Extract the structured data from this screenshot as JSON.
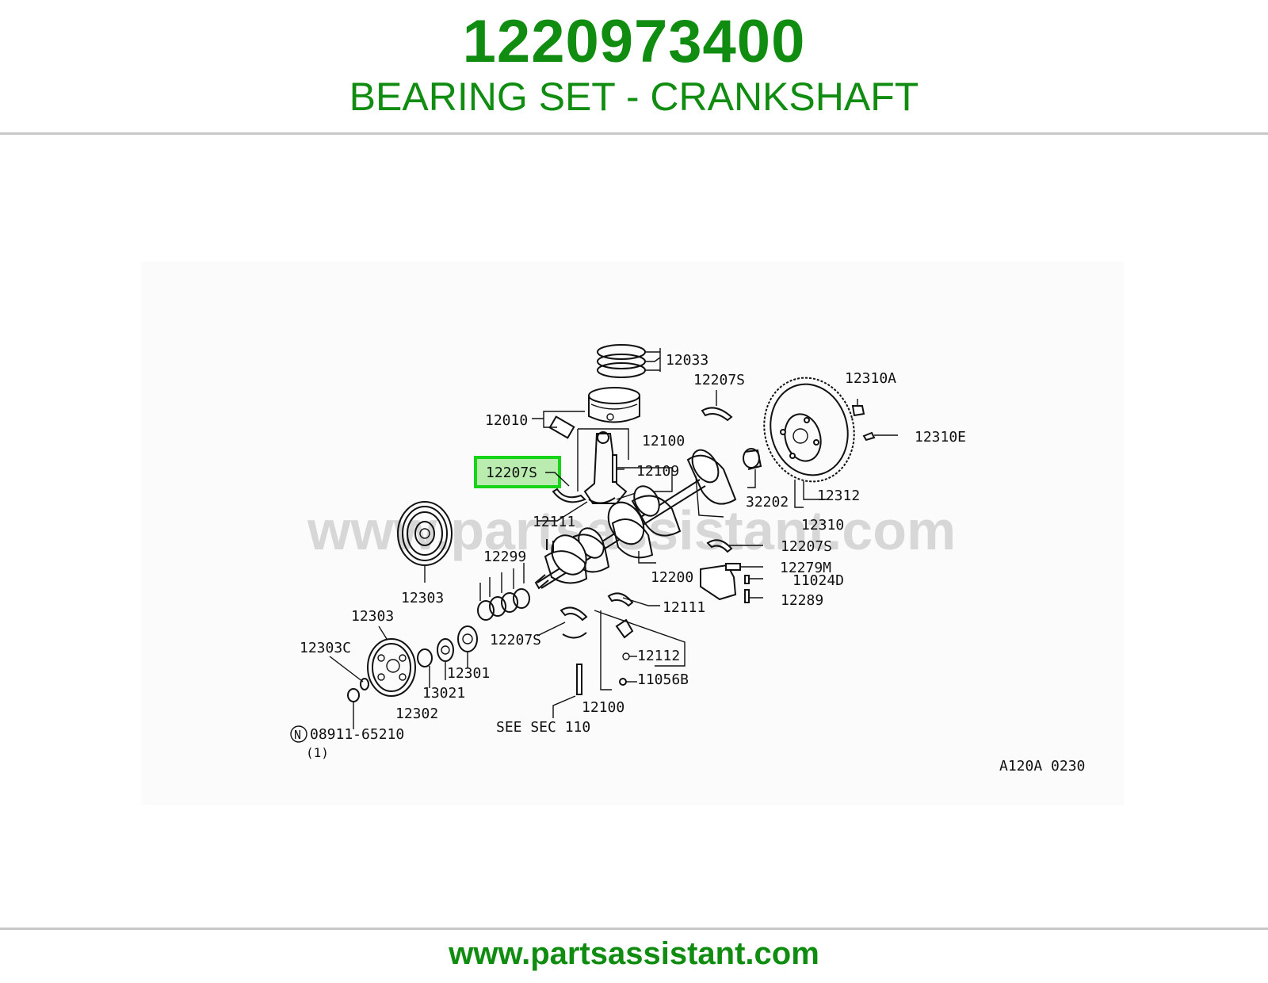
{
  "header": {
    "part_number": "1220973400",
    "part_name": "BEARING SET - CRANKSHAFT"
  },
  "footer": {
    "url": "www.partsassistant.com"
  },
  "colors": {
    "brand_green": "#108c10",
    "rule_gray": "#c8c8c8",
    "highlight_green": "#18d418"
  },
  "diagram": {
    "watermark": "www.partsassistant.com",
    "diagram_code": "A120A 0230",
    "highlighted_callout": "12207S",
    "callouts": {
      "c12033": "12033",
      "c12207S_top": "12207S",
      "c12310A": "12310A",
      "c12010": "12010",
      "c12100_top": "12100",
      "c12310E": "12310E",
      "c12109": "12109",
      "c32202": "32202",
      "c12312": "12312",
      "c12111_top": "12111",
      "c12310": "12310",
      "c12207S_right": "12207S",
      "c12299": "12299",
      "c12279M": "12279M",
      "c12200": "12200",
      "c11024D": "11024D",
      "c12303_top": "12303",
      "c12289": "12289",
      "c12111_bottom": "12111",
      "c12303_mid": "12303",
      "c12207S_bottom": "12207S",
      "c12303C": "12303C",
      "c12112": "12112",
      "c12301": "12301",
      "c11056B": "11056B",
      "c13021": "13021",
      "c12100_bottom": "12100",
      "c12302": "12302",
      "c_see_sec": "SEE SEC 110",
      "c08911": "08911-65210",
      "c08911_qty": "(1)",
      "c_n_mark": "N"
    }
  }
}
